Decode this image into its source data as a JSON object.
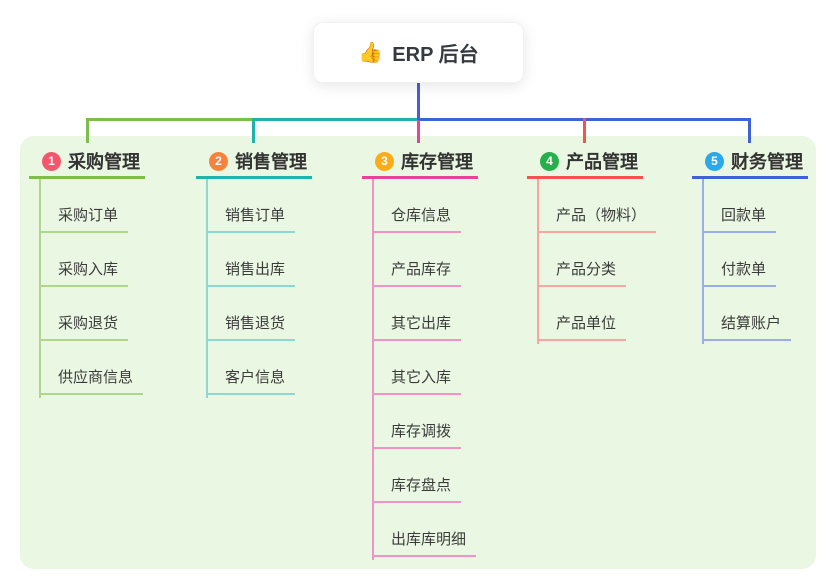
{
  "root": {
    "icon": "👍",
    "label": "ERP 后台"
  },
  "branches": [
    {
      "num": "1",
      "label": "采购管理",
      "children": [
        "采购订单",
        "采购入库",
        "采购退货",
        "供应商信息"
      ]
    },
    {
      "num": "2",
      "label": "销售管理",
      "children": [
        "销售订单",
        "销售出库",
        "销售退货",
        "客户信息"
      ]
    },
    {
      "num": "3",
      "label": "库存管理",
      "children": [
        "仓库信息",
        "产品库存",
        "其它出库",
        "其它入库",
        "库存调拨",
        "库存盘点",
        "出库库明细"
      ]
    },
    {
      "num": "4",
      "label": "产品管理",
      "children": [
        "产品（物料）",
        "产品分类",
        "产品单位"
      ]
    },
    {
      "num": "5",
      "label": "财务管理",
      "children": [
        "回款单",
        "付款单",
        "结算账户"
      ]
    }
  ],
  "colors": {
    "page_bg": "#FFFFFF",
    "panel_bg": "#EAF7E3",
    "root_connector": "#4E5BD4",
    "text_heading": "#333333",
    "text_child": "#3C3C3C",
    "branch_1": {
      "line": "#7CBE4B",
      "line_light": "#AFD78A",
      "badge": "#F4566E"
    },
    "branch_2": {
      "line": "#1FB4AA",
      "line_light": "#8CD9D2",
      "badge": "#F8823B"
    },
    "branch_3": {
      "line": "#E8439B",
      "line_light": "#F392C5",
      "badge": "#FAAC19"
    },
    "branch_4": {
      "line": "#F4534E",
      "line_light": "#F9A5A0",
      "badge": "#26B04C"
    },
    "branch_5": {
      "line": "#3E62D8",
      "line_light": "#9AACEC",
      "badge": "#2BA8E8"
    }
  }
}
